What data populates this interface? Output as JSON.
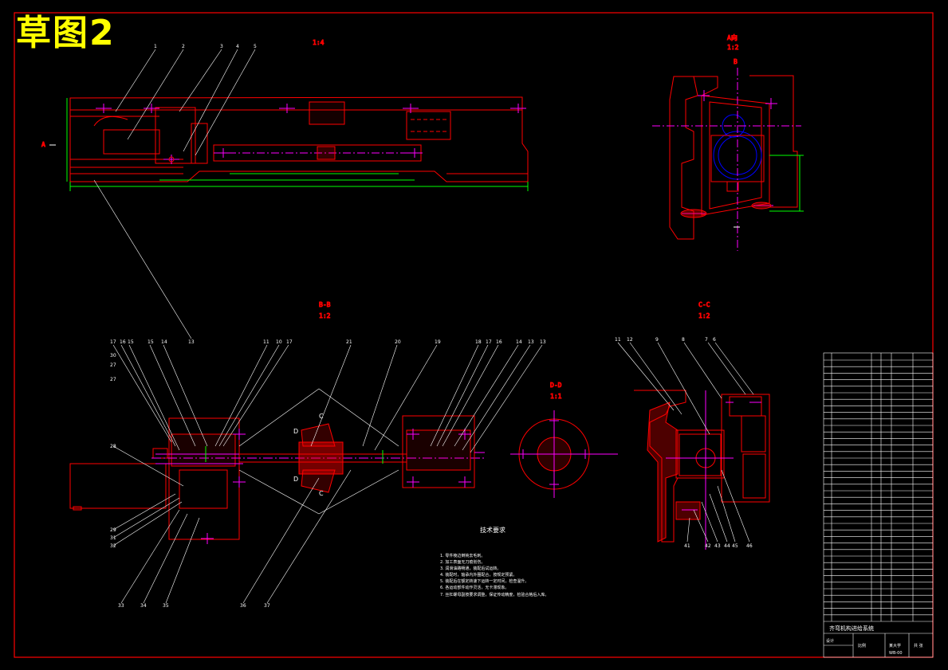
{
  "drawing": {
    "title": "草图2",
    "top_view": {
      "scale": "1:4",
      "section_mark": "A"
    },
    "end_view": {
      "caption": "A向",
      "scale": "1:2",
      "section_mark": "B"
    },
    "section_bb": {
      "caption": "B-B",
      "scale": "1:2"
    },
    "section_cc": {
      "caption": "C-C",
      "scale": "1:2"
    },
    "section_dd": {
      "caption": "D-D",
      "scale": "1:1"
    },
    "tech_requirements": {
      "heading": "技术要求",
      "items": [
        "1. 零件棱边倒钝去毛刺。",
        "2. 加工表面无刀痕划伤。",
        "3. 润滑油路畅通，装配后试运转。",
        "4. 装配时，轴承内外圈配合，按规定预紧。",
        "5. 装配后在额定转速下运转一定时间，检查温升。",
        "6. 各运动部件动作灵活，无卡滞现象。",
        "7. 丝杠螺母副按要求调整，保证传动精度，检验合格后入库。"
      ]
    },
    "title_block": {
      "name": "齐弯机构进给系统",
      "author_label": "设计",
      "scale_label": "比例",
      "sheet_label": "共 张",
      "school": "某大学",
      "code": "WB-00"
    }
  },
  "colors": {
    "background": "#000000",
    "border": "#ff0000",
    "part_lines": "#ff0000",
    "centerlines": "#ff00ff",
    "dimensions": "#00ff00",
    "leaders": "#ffffff",
    "hatching": "#ff0000",
    "title": "#ffff00",
    "hidden": "#0000ff"
  }
}
